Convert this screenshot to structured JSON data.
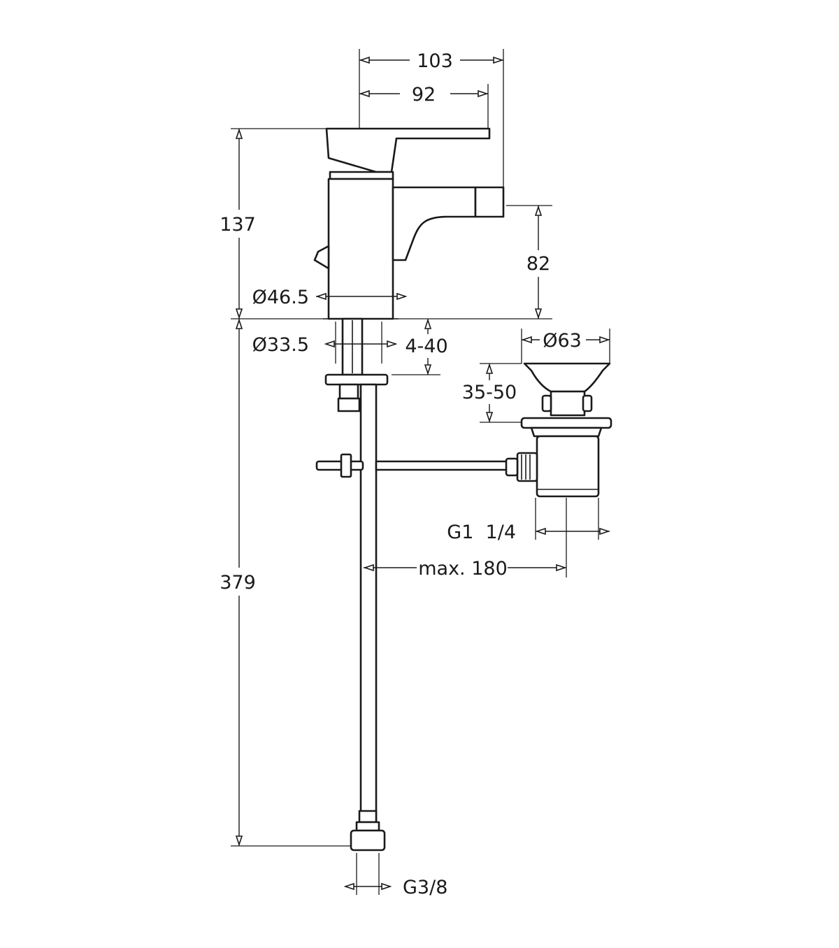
{
  "dimensions": {
    "overall_width": "103",
    "spout_reach": "92",
    "body_height": "137",
    "spout_height": "82",
    "body_diameter": "Ø46.5",
    "shank_diameter": "Ø33.5",
    "deck_thickness": "4-40",
    "waste_diameter": "Ø63",
    "pop_up_stroke": "35-50",
    "waste_thread": "G1  1/4",
    "rod_reach": "max. 180",
    "hose_length": "379",
    "connection_thread": "G3/8"
  },
  "colors": {
    "line": "#1a1a1a",
    "background": "#ffffff"
  }
}
